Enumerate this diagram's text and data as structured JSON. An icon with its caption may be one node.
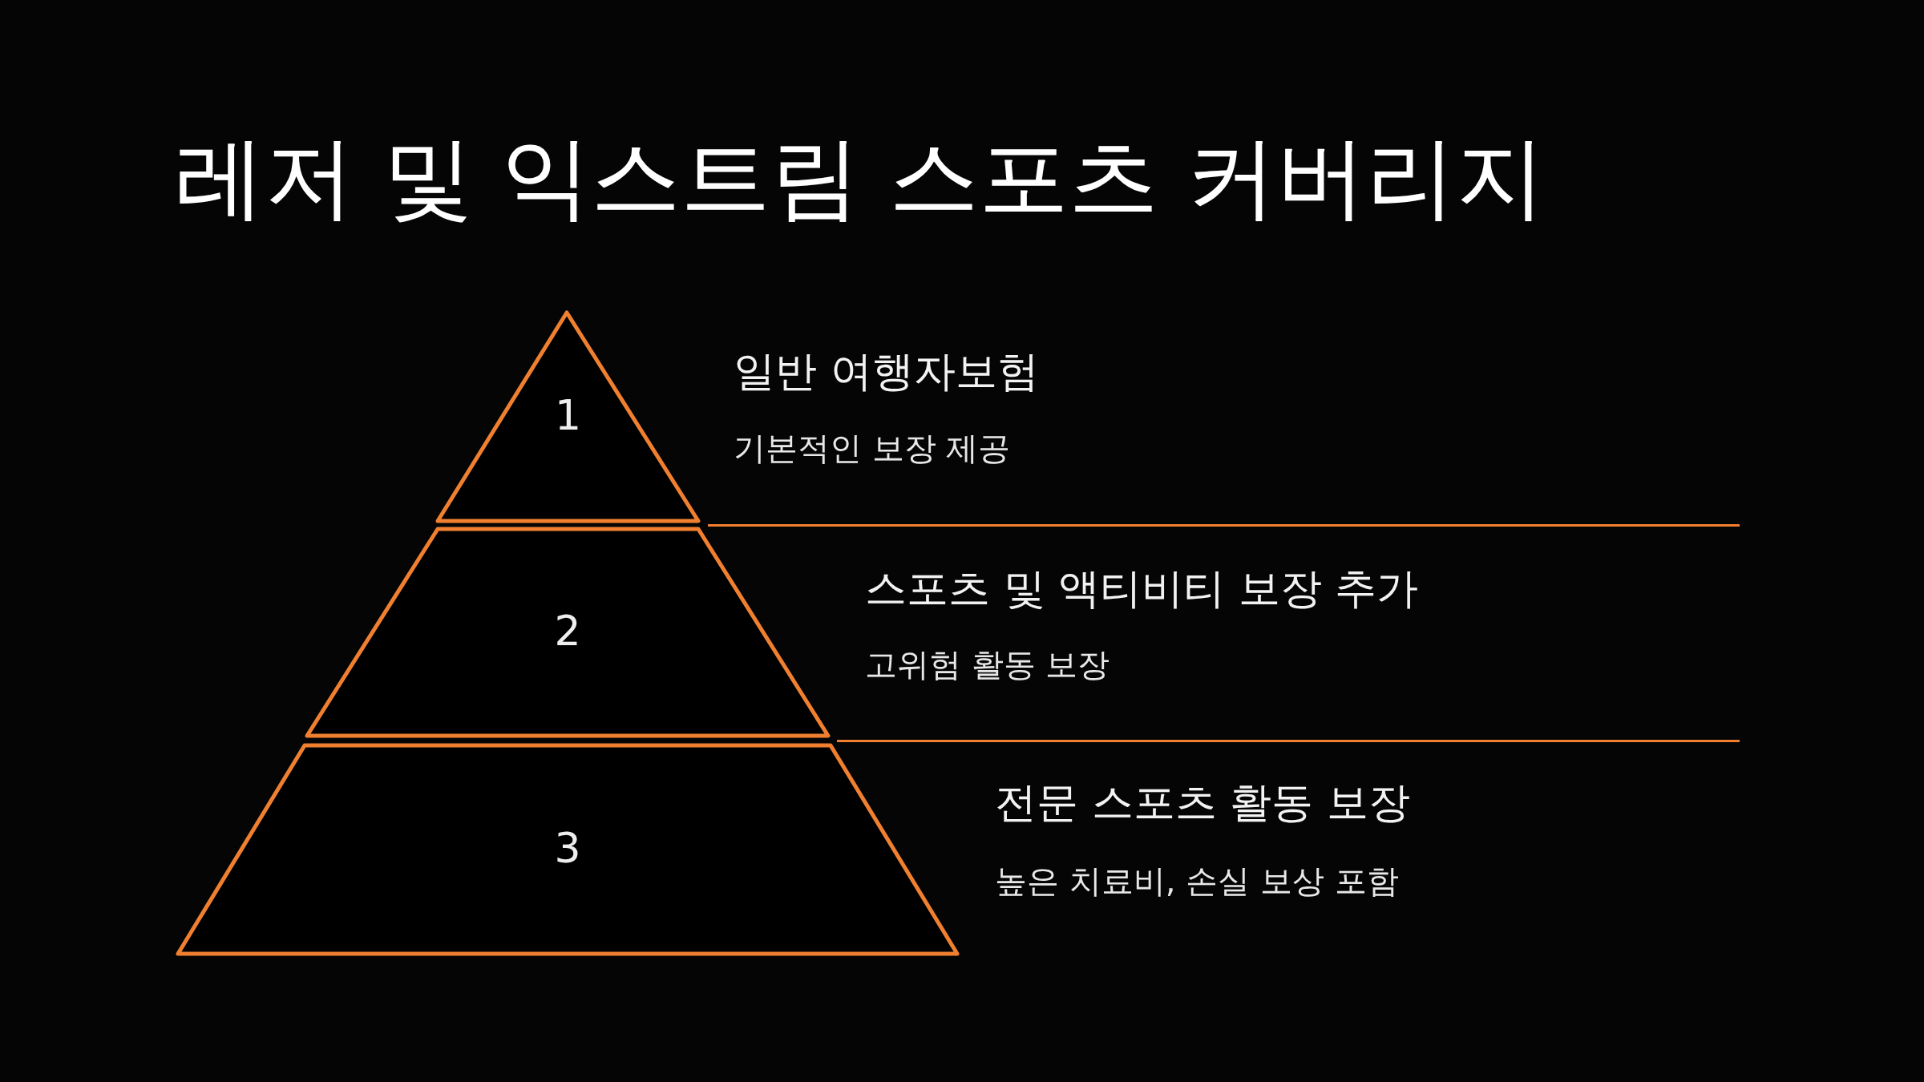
{
  "diagram": {
    "title": "레저 및 익스트림 스포츠 커버리지",
    "nodes": [
      {
        "text": [
          "1"
        ],
        "beside": [
          "일반 여행자보험",
          "기본적인 보장 제공"
        ]
      },
      {
        "text": [
          "2"
        ],
        "beside": [
          "스포츠 및 액티비티 보장 추가",
          "고위험 활동 보장"
        ]
      },
      {
        "text": [
          "3"
        ],
        "beside": [
          "전문 스포츠 활동 보장",
          "높은 치료비, 손실 보상 포함"
        ]
      }
    ],
    "edges": []
  }
}
